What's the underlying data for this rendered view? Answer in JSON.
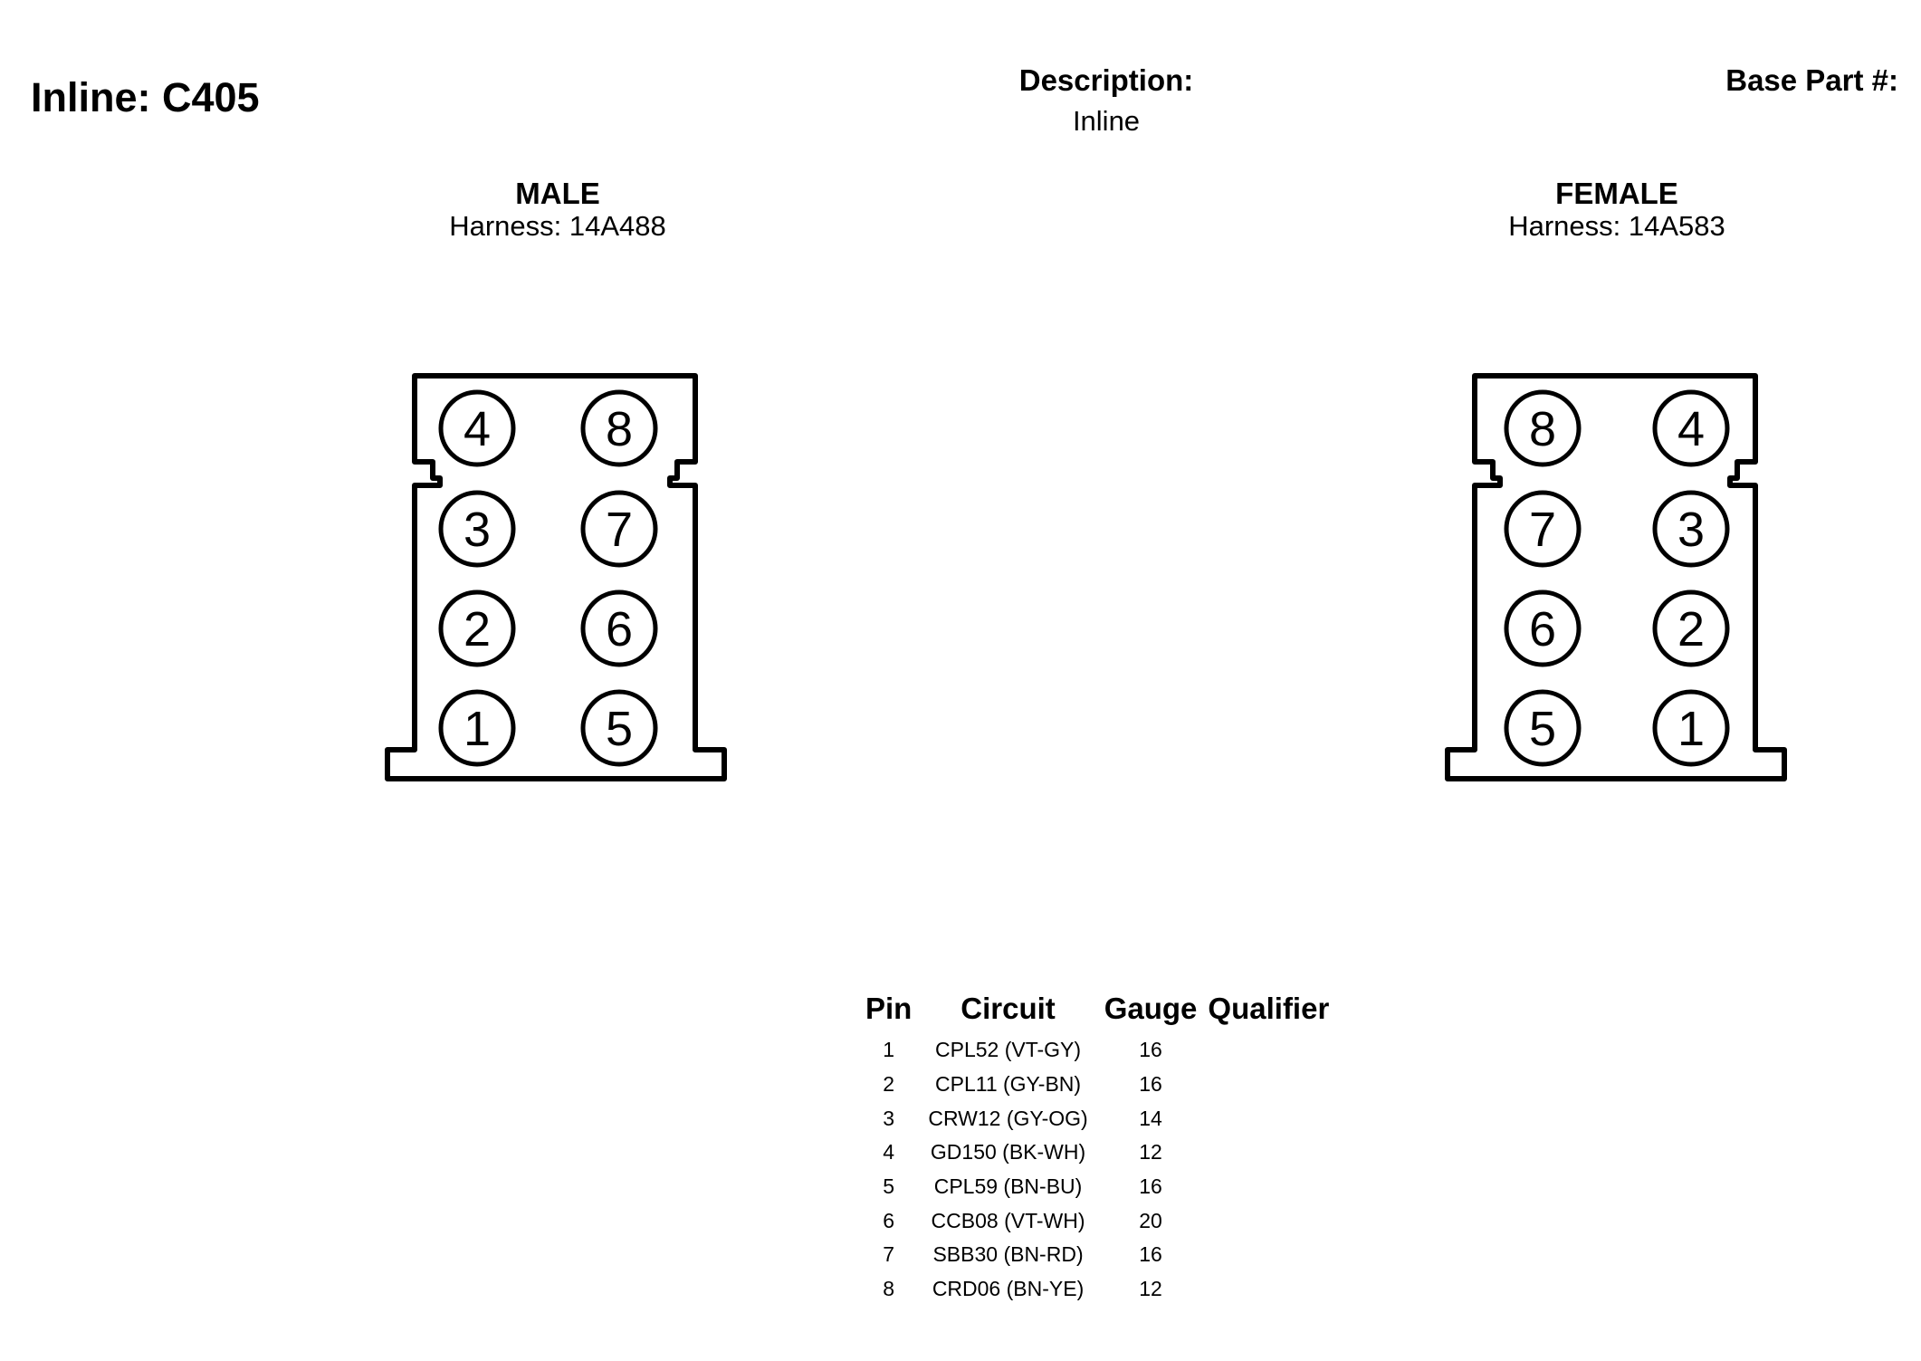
{
  "header": {
    "title": "Inline: C405",
    "description_label": "Description:",
    "description_value": "Inline",
    "base_part_label": "Base Part #:"
  },
  "male": {
    "title": "MALE",
    "harness": "Harness: 14A488",
    "pins": [
      "4",
      "8",
      "3",
      "7",
      "2",
      "6",
      "1",
      "5"
    ]
  },
  "female": {
    "title": "FEMALE",
    "harness": "Harness: 14A583",
    "pins": [
      "8",
      "4",
      "7",
      "3",
      "6",
      "2",
      "5",
      "1"
    ]
  },
  "table": {
    "headers": [
      "Pin",
      "Circuit",
      "Gauge",
      "Qualifier"
    ],
    "rows": [
      [
        "1",
        "CPL52 (VT-GY)",
        "16",
        ""
      ],
      [
        "2",
        "CPL11 (GY-BN)",
        "16",
        ""
      ],
      [
        "3",
        "CRW12 (GY-OG)",
        "14",
        ""
      ],
      [
        "4",
        "GD150 (BK-WH)",
        "12",
        ""
      ],
      [
        "5",
        "CPL59 (BN-BU)",
        "16",
        ""
      ],
      [
        "6",
        "CCB08 (VT-WH)",
        "20",
        ""
      ],
      [
        "7",
        "SBB30 (BN-RD)",
        "16",
        ""
      ],
      [
        "8",
        "CRD06 (BN-YE)",
        "12",
        ""
      ]
    ]
  }
}
